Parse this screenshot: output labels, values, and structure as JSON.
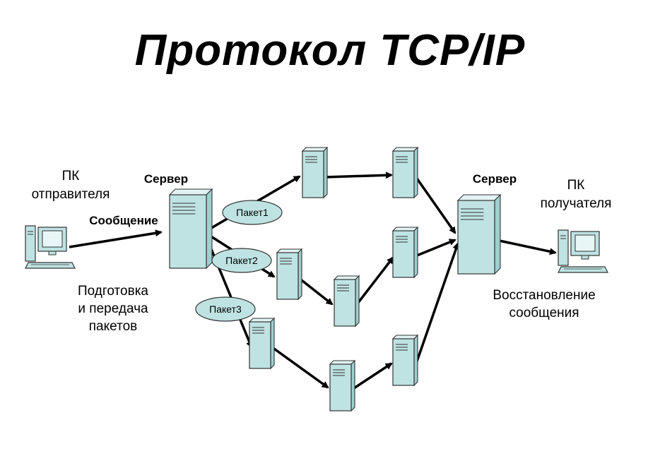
{
  "title": "Протокол TCP/IP",
  "labels": {
    "sender_pc": [
      "ПК",
      "отправителя"
    ],
    "server_left": "Сервер",
    "message": "Сообщение",
    "prep": [
      "Подготовка",
      "и передача",
      "пакетов"
    ],
    "server_right": "Сервер",
    "receiver_pc": [
      "ПК",
      "получателя"
    ],
    "restore": [
      "Восстановление",
      "сообщения"
    ]
  },
  "packets": [
    "Пакет1",
    "Пакет2",
    "Пакет3"
  ],
  "colors": {
    "device_fill": "#bfe3e3",
    "device_stroke": "#333333",
    "packet_fill": "#bfe3e3",
    "line": "#000000"
  }
}
